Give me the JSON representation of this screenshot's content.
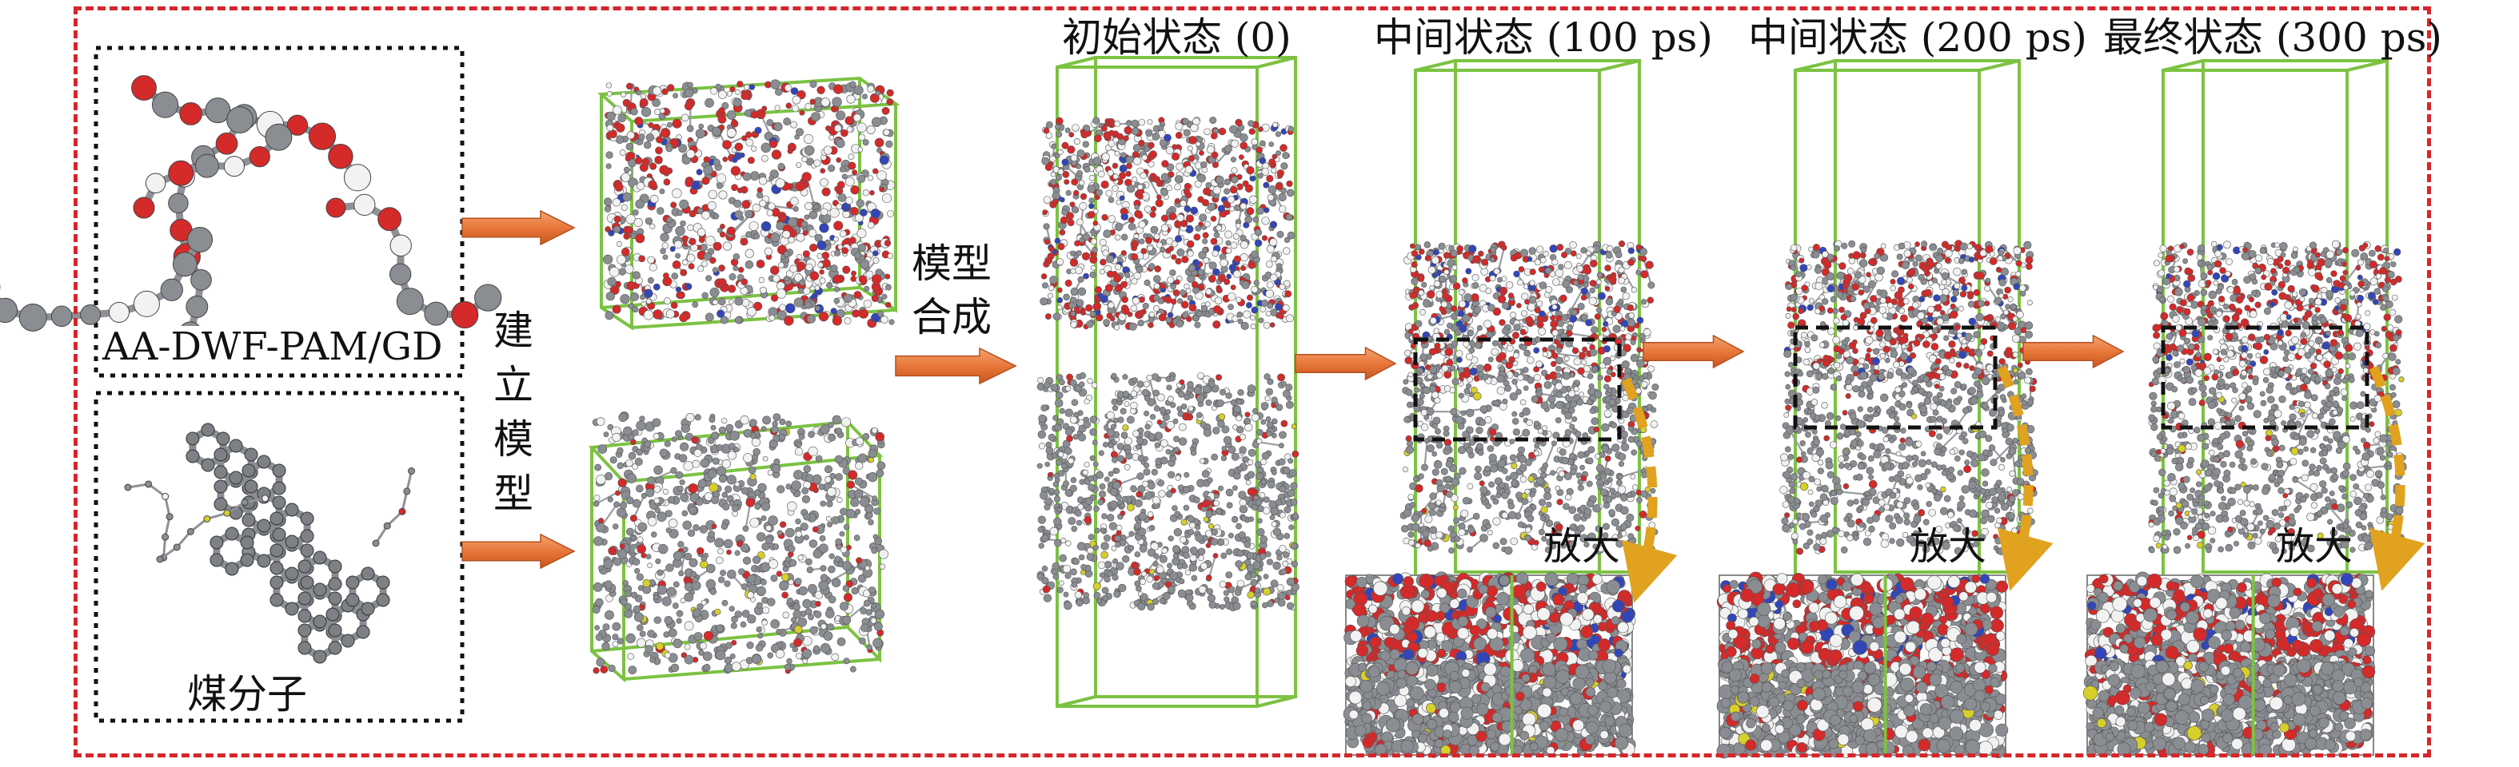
{
  "molecule_labels": {
    "polymer": "AA-DWF-PAM/GD",
    "coal": "煤分子"
  },
  "steps": {
    "build_model": "建立模型",
    "combine_model_line1": "模型",
    "combine_model_line2": "合成"
  },
  "states": [
    {
      "title": "初始状态 (0)"
    },
    {
      "title": "中间状态 (100 ps)"
    },
    {
      "title": "中间状态 (200 ps)"
    },
    {
      "title": "最终状态 (300 ps)"
    }
  ],
  "zoom_label": "放大",
  "colors": {
    "frame_dashed": "#d6262a",
    "cell_box": "#7cc242",
    "arrow": "#e8773a",
    "zoom_arrow": "#e0a21f",
    "carbon": "#8a8d92",
    "oxygen": "#d42a2a",
    "hydrogen": "#f2f2f2",
    "nitrogen": "#3346b8",
    "sulfur": "#d7cf2a"
  },
  "icons": {
    "process_arrow": "process-arrow-icon",
    "zoom_arrow": "zoom-arrow-icon"
  }
}
